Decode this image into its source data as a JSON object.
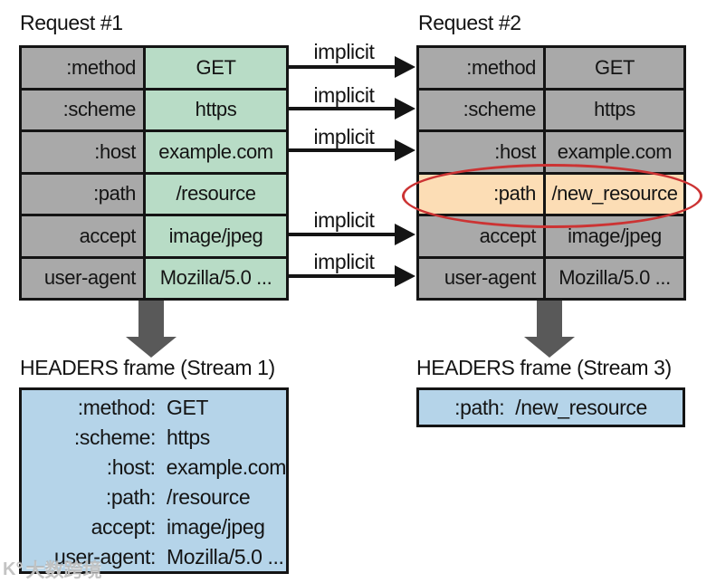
{
  "colors": {
    "cell_gray": "#a9a9a9",
    "value_green": "#b8dcc6",
    "highlight_orange": "#fcddb5",
    "frame_blue": "#b5d4e9",
    "circle_red": "#cc3333",
    "arrow_gray": "#595959",
    "border_black": "#141414"
  },
  "request1": {
    "title": "Request #1",
    "rows": [
      {
        "label": ":method",
        "value": "GET"
      },
      {
        "label": ":scheme",
        "value": "https"
      },
      {
        "label": ":host",
        "value": "example.com"
      },
      {
        "label": ":path",
        "value": "/resource"
      },
      {
        "label": "accept",
        "value": "image/jpeg"
      },
      {
        "label": "user-agent",
        "value": "Mozilla/5.0 ..."
      }
    ]
  },
  "request2": {
    "title": "Request #2",
    "rows": [
      {
        "label": ":method",
        "value": "GET",
        "highlighted": false
      },
      {
        "label": ":scheme",
        "value": "https",
        "highlighted": false
      },
      {
        "label": ":host",
        "value": "example.com",
        "highlighted": false
      },
      {
        "label": ":path",
        "value": "/new_resource",
        "highlighted": true
      },
      {
        "label": "accept",
        "value": "image/jpeg",
        "highlighted": false
      },
      {
        "label": "user-agent",
        "value": "Mozilla/5.0 ...",
        "highlighted": false
      }
    ]
  },
  "arrows": {
    "label": "implicit",
    "applies_to": [
      ":method",
      ":scheme",
      ":host",
      "accept",
      "user-agent"
    ]
  },
  "frame1": {
    "title": "HEADERS frame (Stream 1)",
    "rows": [
      {
        "label": ":method:",
        "value": "GET"
      },
      {
        "label": ":scheme:",
        "value": "https"
      },
      {
        "label": ":host:",
        "value": "example.com"
      },
      {
        "label": ":path:",
        "value": "/resource"
      },
      {
        "label": "accept:",
        "value": "image/jpeg"
      },
      {
        "label": "user-agent:",
        "value": "Mozilla/5.0 ..."
      }
    ]
  },
  "frame3": {
    "title": "HEADERS frame (Stream 3)",
    "rows": [
      {
        "label": ":path:",
        "value": "/new_resource"
      }
    ]
  },
  "watermark": {
    "logo": "K°",
    "text": "大数跨境"
  }
}
